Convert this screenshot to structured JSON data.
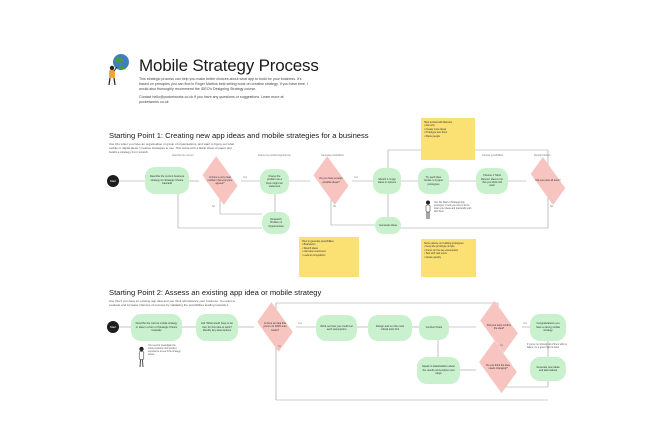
{
  "header": {
    "title": "Mobile Strategy Process",
    "intro_1": "This strategic process can help you make better choices about what app to build for your business. It's based on principles you can find in Roger Martins best selling book on creative strategy. If you have time, I would also thoroughly recommend the IDEO's Designing Strategy course.",
    "intro_2": "Contact hello@pocketworks.co.uk if you have any questions or suggestions. Learn more at pocketworks.co.uk"
  },
  "section1": {
    "title": "Starting Point 1: Creating new app ideas and mobile strategies for a business",
    "desc": "Use this when you have an organisation or group of organisations, and want to figure out what mobile or digital ideas / creative strategies to use. This starts with a blank sheet of paper and builds a strategy from scratch.",
    "start": "Start",
    "col_labels": [
      "Describe the current",
      "Frame the problem/opportunity",
      "Generate possibilities",
      "Choose possibilities",
      "Identify barriers"
    ],
    "nodes": {
      "n1": "Describe the current business strategy for Strategic Choice Cascade",
      "d1": "Is there a very clear problem that everyone agrees?",
      "n2": "Frame the problem as a 'How might we' statement",
      "d2": "Do you have enough possible ideas?",
      "n3": "Sketch 1-3 app ideas or options",
      "n4": "Try each idea. Create 1-3 paper prototypes",
      "n5": "Choose 1 'Most Rescue' idea to run that you think will work",
      "d3": "Did you pass all tests?",
      "n6": "Research Problem & Opportunities",
      "n7": "Generate Ideas"
    },
    "notes": {
      "top": [
        "How to Deal with Barriers",
        "• Ask why",
        "• Create more ideas",
        "• Prototype test them",
        "• Show people"
      ],
      "mid": [
        "How to generate possibilities",
        "• Brainstorm",
        "• Sketch ideas",
        "• Interview customers",
        "• Look at competitors"
      ],
      "right": [
        "Some advice on building prototypes",
        "• Keep the prototype simple",
        "• Focus on the key assumption",
        "• Test with real users",
        "• Iterate quickly"
      ]
    },
    "person_caption": "Use this Start of Strategic App prototyper. It tells you how to focus down your ideas and practically work with them.",
    "yes": "Yes",
    "no": "No"
  },
  "section2": {
    "title": "Starting Point 2: Assess an existing app idea or mobile strategy",
    "desc": "Use this if you have an existing app idea and you think will advance your business. You want to evaluate and increase chances of success by validating the possibilities leading towards it.",
    "start": "Start",
    "nodes": {
      "n1": "Describe the current mobile strategy or idea in a form of Strategic Choice Cascade",
      "n2": "Ask 'What would have to be true' for this idea to work? Identify key assumptions",
      "d1": "Is there an idea that you're not 100% sure works?",
      "n3": "Work out how you could test each assumption",
      "n4": "Design and run the most critical tests first",
      "n5": "Conduct Tests",
      "d2": "Did your tests confirm the idea?",
      "n6": "Congratulations you have a strong mobile strategy",
      "n7": "Speak to stakeholders about the results and explore next steps",
      "d3": "Do you think the idea needs changing?",
      "n8": "Generate new ideas and alternatives"
    },
    "person_caption": "You need to investigate the entire customer and product experience to see if the strategy works.",
    "side_note": "If you've run through all of them with no failure, it's a green light to build.",
    "yes": "Yes",
    "no": "No"
  },
  "colors": {
    "green_node": "#c9f1cd",
    "pink_diamond": "#f7c4c0",
    "yellow_note": "#fbe074",
    "start": "#1d1d1d",
    "connector": "#9a9a9a"
  }
}
